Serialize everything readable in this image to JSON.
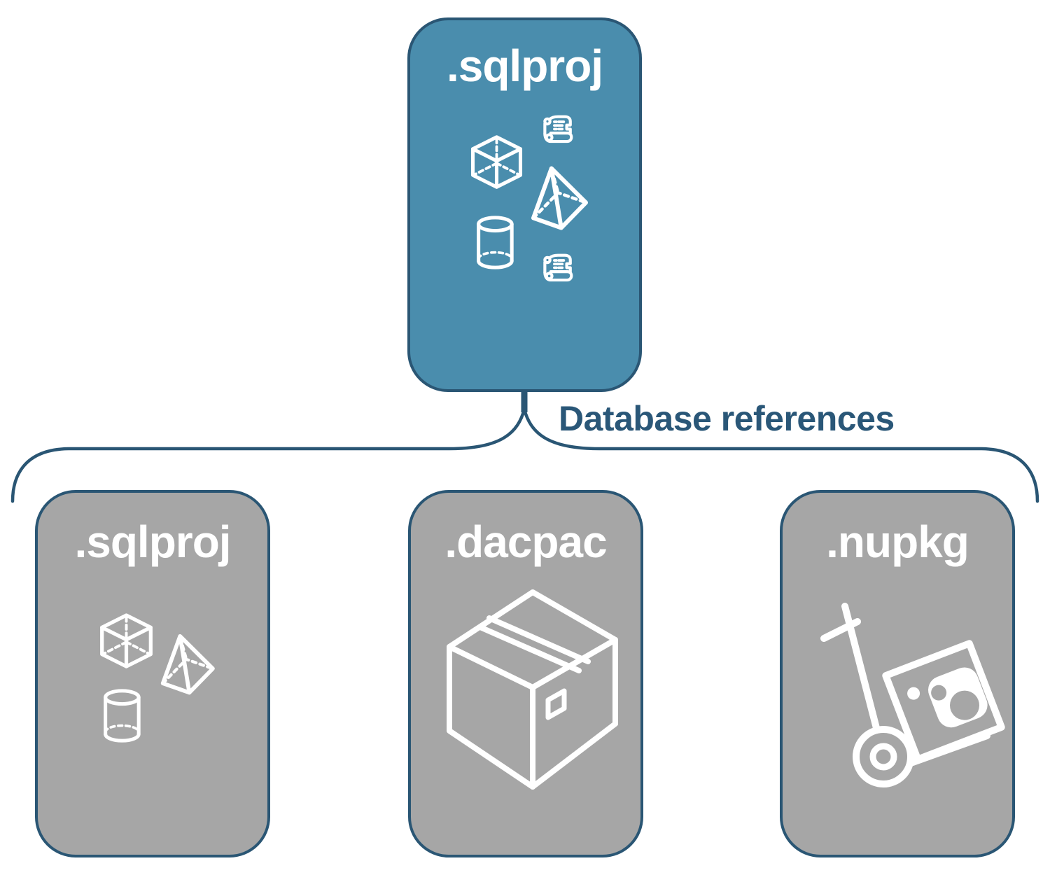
{
  "diagram": {
    "background": "#FFFFFF",
    "outline_color": "#2A5674",
    "connector": {
      "label": "Database references",
      "text_color": "#2A5778"
    },
    "top_card": {
      "label": ".sqlproj",
      "fill": "#4A8DAD",
      "text_color": "#FFFFFF",
      "icons": [
        "scroll-icon",
        "cube-icon",
        "pyramid-icon",
        "cylinder-icon",
        "scroll-icon"
      ]
    },
    "bottom_cards": [
      {
        "label": ".sqlproj",
        "fill": "#A6A6A6",
        "text_color": "#FFFFFF",
        "icons": [
          "cube-icon",
          "pyramid-icon",
          "cylinder-icon"
        ]
      },
      {
        "label": ".dacpac",
        "fill": "#A6A6A6",
        "text_color": "#FFFFFF",
        "icons": [
          "package-box-icon"
        ]
      },
      {
        "label": ".nupkg",
        "fill": "#A6A6A6",
        "text_color": "#FFFFFF",
        "icons": [
          "hand-truck-package-icon"
        ]
      }
    ]
  }
}
